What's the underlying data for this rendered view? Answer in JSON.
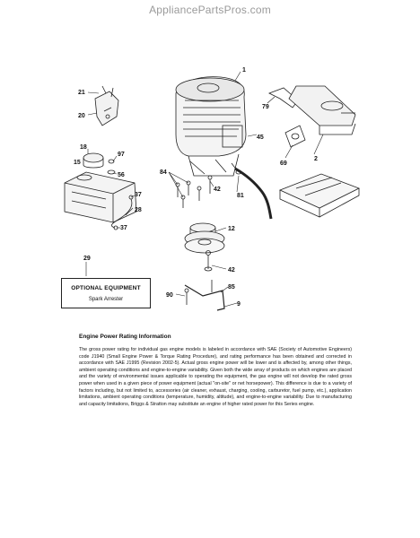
{
  "site": {
    "header": "AppliancePartsPros.com"
  },
  "callouts": [
    "1",
    "21",
    "20",
    "79",
    "45",
    "18",
    "97",
    "15",
    "56",
    "84",
    "42",
    "81",
    "69",
    "2",
    "37",
    "28",
    "37",
    "12",
    "29",
    "42",
    "85",
    "90",
    "9"
  ],
  "optional_equipment": {
    "title": "OPTIONAL EQUIPMENT",
    "item": "Spark Arrester"
  },
  "engine_rating": {
    "title": "Engine Power Rating Information",
    "body": "The gross power rating for individual gas engine models is labeled in accordance with SAE (Society of Automotive Engineers) code J1940 (Small Engine Power & Torque Rating Procedure), and rating performance has been obtained and corrected in accordance with SAE J1995 (Revision 2002-5). Actual gross engine power will be lower and is affected by, among other things, ambient operating conditions and engine-to-engine variability. Given both the wide array of products on which engines are placed and the variety of environmental issues applicable to operating the equipment, the gas engine will not develop the rated gross power when used in a given piece of power equipment (actual \"on-site\" or net horsepower). This difference is due to a variety of factors including, but not limited to, accessories (air cleaner, exhaust, charging, cooling, carburetor, fuel pump, etc.), application limitations, ambient operating conditions (temperature, humidity, altitude), and engine-to-engine variability. Due to manufacturing and capacity limitations, Briggs & Stratton may substitute an engine of higher rated power for this Series engine."
  }
}
